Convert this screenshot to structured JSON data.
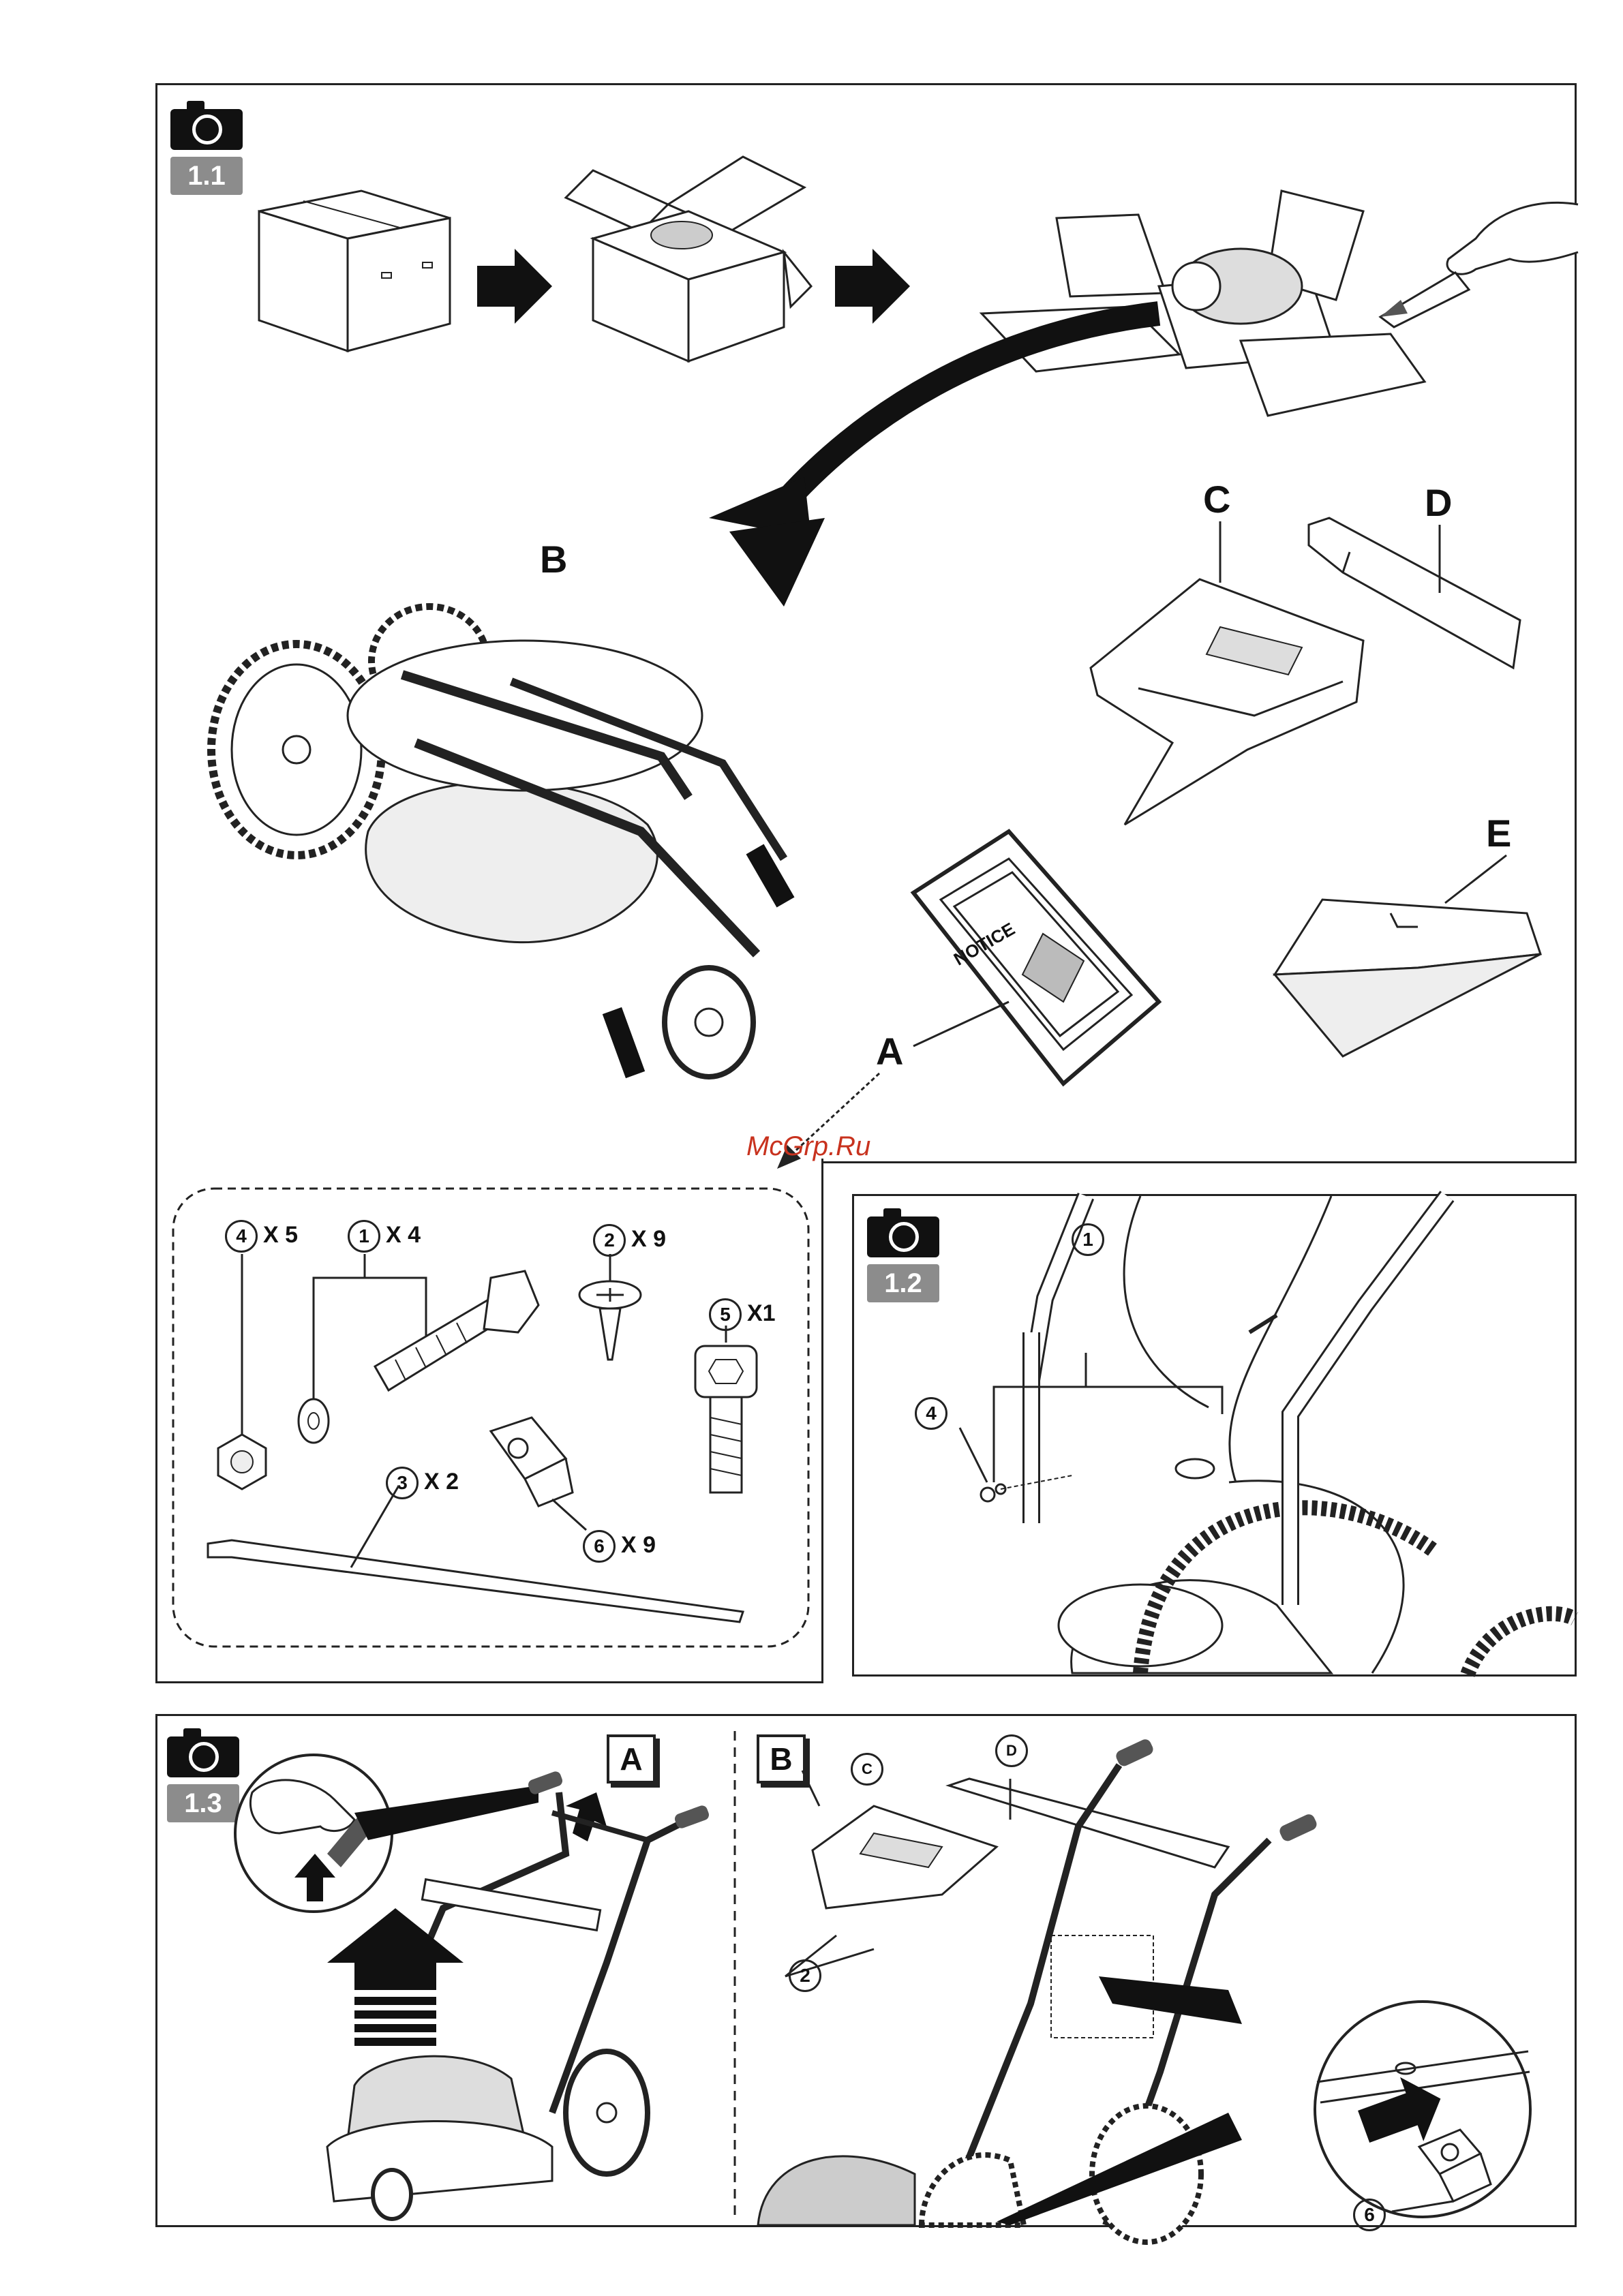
{
  "figures": {
    "fig_1_1": "1.1",
    "fig_1_2": "1.2",
    "fig_1_3": "1.3"
  },
  "fig_1_1": {
    "labels": {
      "a": "A",
      "b": "B",
      "c": "C",
      "d": "D",
      "e": "E"
    },
    "manual_text": "NOTICE",
    "parts": [
      {
        "num": "4",
        "qty": "X 5"
      },
      {
        "num": "1",
        "qty": "X 4"
      },
      {
        "num": "2",
        "qty": "X 9"
      },
      {
        "num": "5",
        "qty": "X1"
      },
      {
        "num": "3",
        "qty": "X 2"
      },
      {
        "num": "6",
        "qty": "X 9"
      }
    ]
  },
  "fig_1_2": {
    "callouts": [
      "1",
      "4"
    ]
  },
  "fig_1_3": {
    "step_a": "A",
    "step_b": "B",
    "callouts": {
      "c": "C",
      "d": "D",
      "two": "2",
      "six": "6"
    }
  },
  "watermark": "McGrp.Ru"
}
